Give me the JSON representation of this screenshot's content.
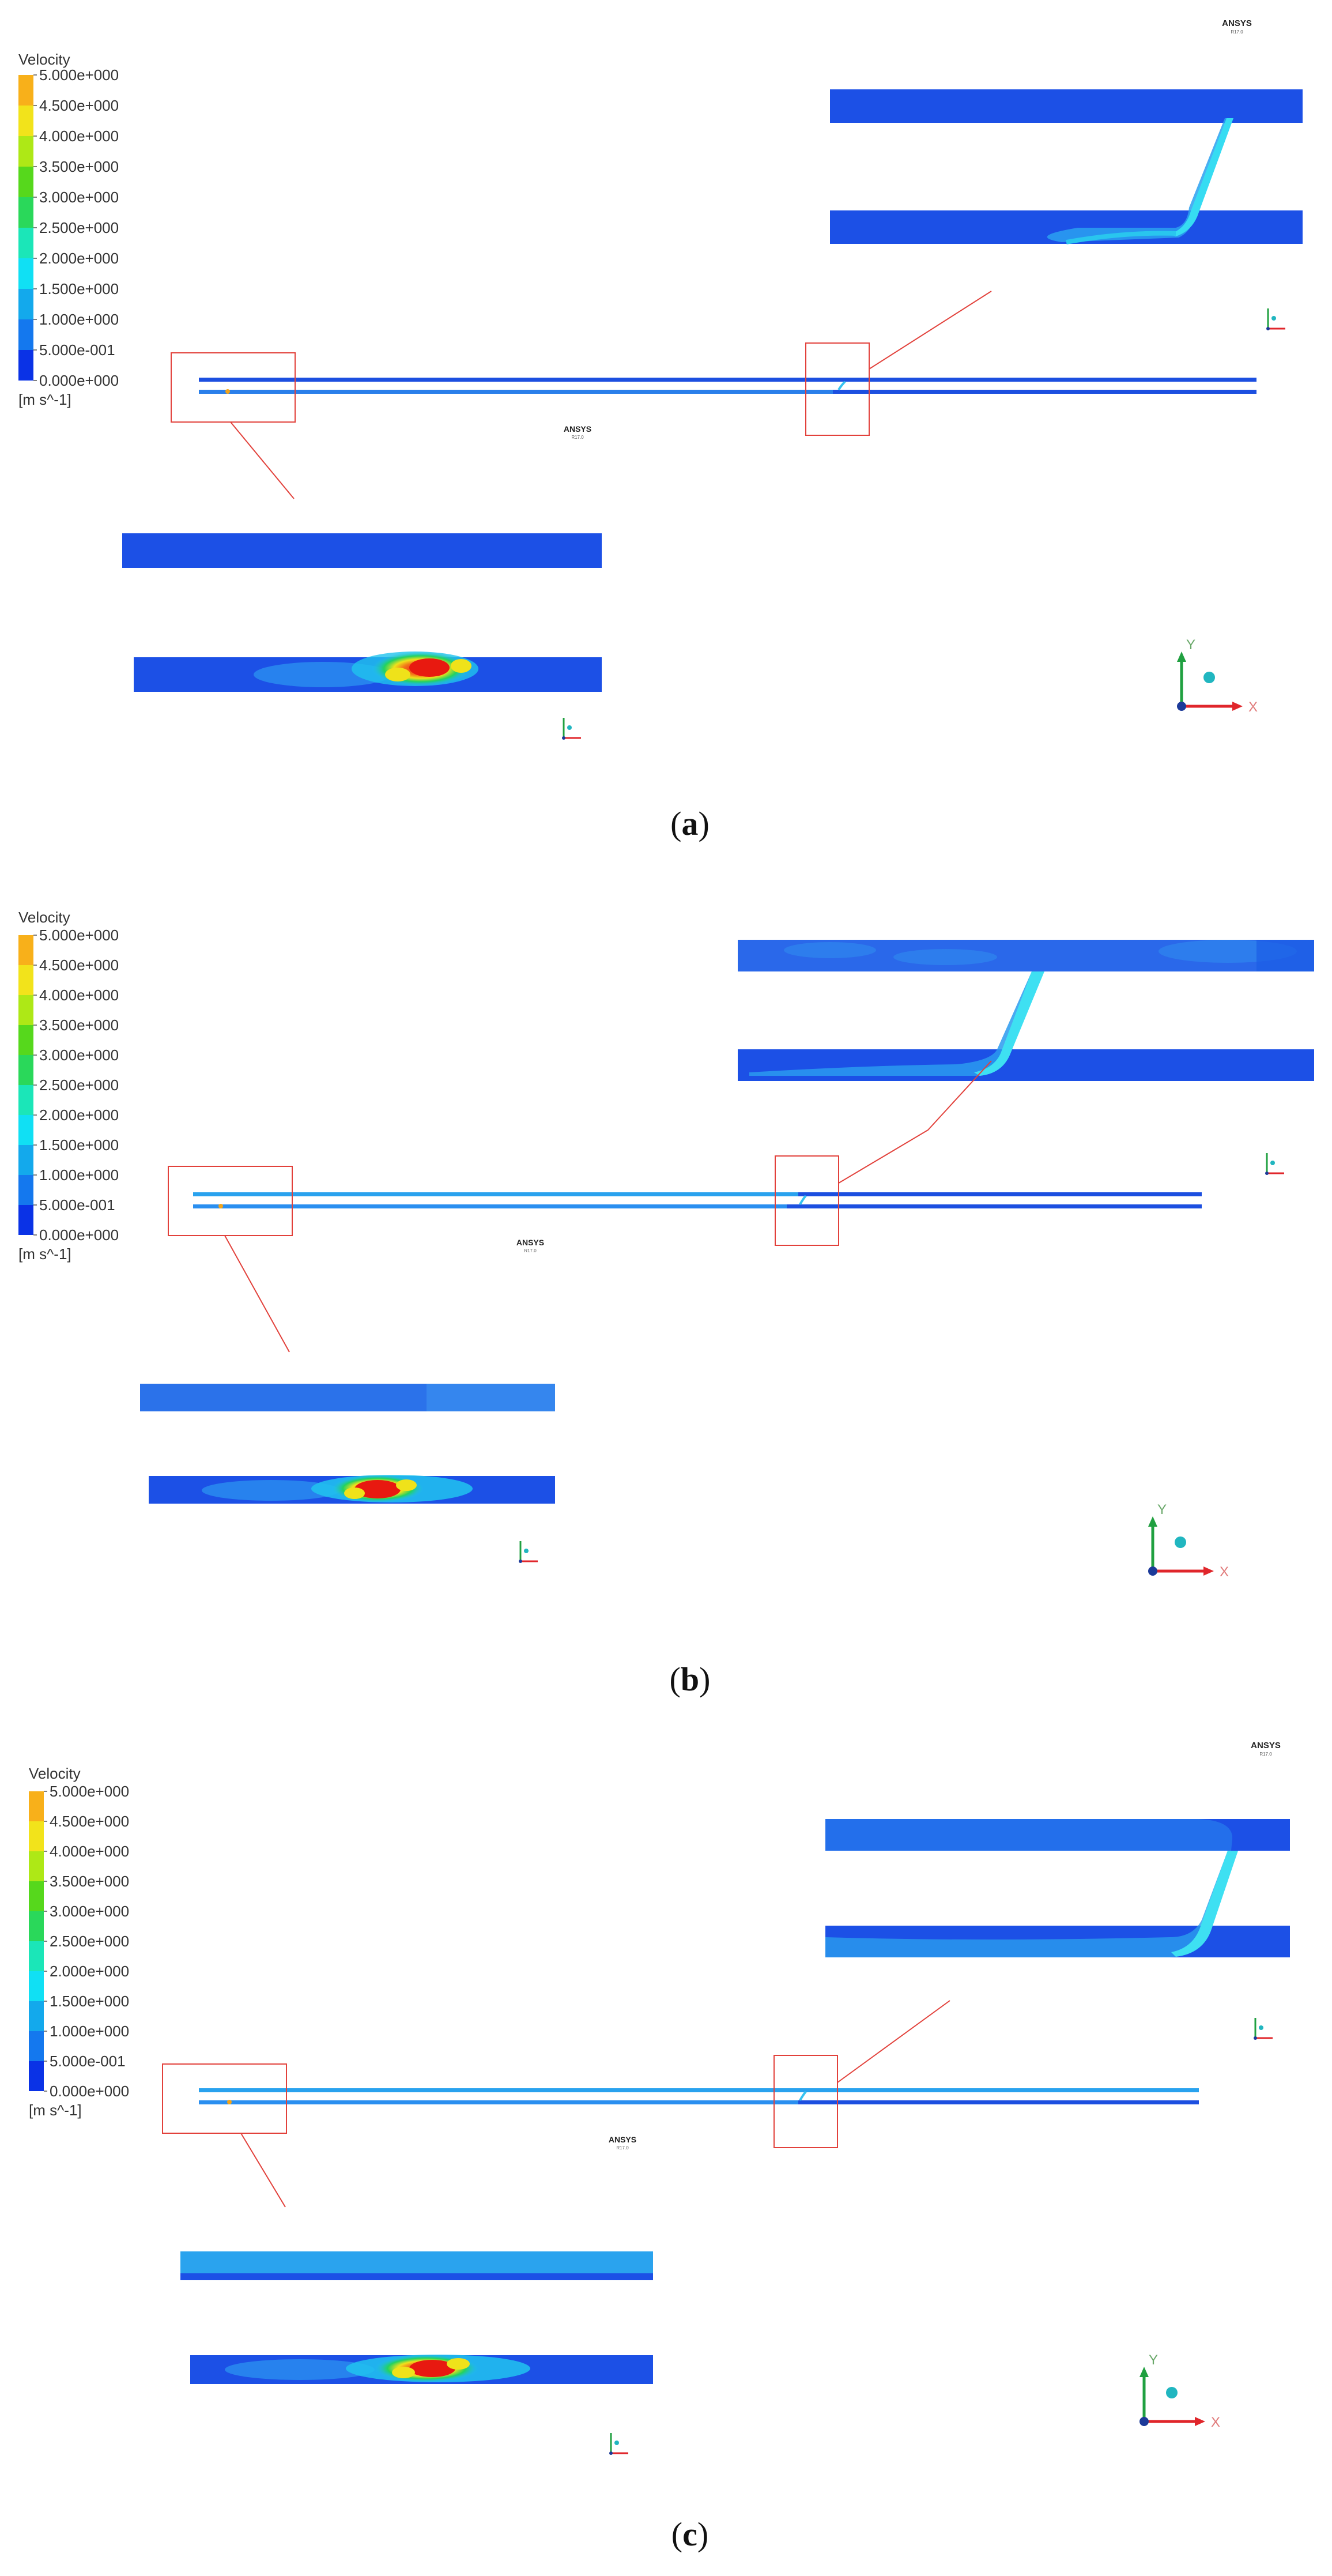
{
  "colors": {
    "band_colors": [
      "#0a32e6",
      "#1478ee",
      "#13a9ec",
      "#10e0f4",
      "#1be6b8",
      "#2ad85a",
      "#56d81c",
      "#aee816",
      "#f2e31b",
      "#f8b01a",
      "#f46b16"
    ],
    "dark_blue": "#0b3ae0",
    "mid_blue": "#1a6fe8",
    "cyan": "#21c3ee",
    "green": "#22d260",
    "yellow": "#efe21a",
    "red": "#e81910",
    "orange": "#f2731a",
    "callout": "#e2413b",
    "axis_x": "#e0262b",
    "axis_y": "#20a040",
    "axis_z": "#1c3a99",
    "wall": "#2a55d0"
  },
  "legend": {
    "title": "Velocity",
    "unit": "[m s^-1]",
    "ticks": [
      "5.000e+000",
      "4.500e+000",
      "4.000e+000",
      "3.500e+000",
      "3.000e+000",
      "2.500e+000",
      "2.000e+000",
      "1.500e+000",
      "1.000e+000",
      "5.000e-001",
      "0.000e+000"
    ]
  },
  "logo": {
    "brand": "ANSYS",
    "version": "R17.0"
  },
  "triad": {
    "x": "X",
    "y": "Y"
  },
  "panels": [
    {
      "label": "a",
      "top_logo": true
    },
    {
      "label": "b",
      "top_logo": false
    },
    {
      "label": "c",
      "top_logo": true
    }
  ]
}
